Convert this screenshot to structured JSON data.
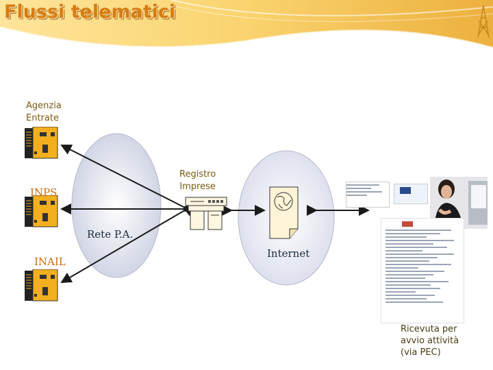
{
  "title": "Flussi telematici",
  "labels": {
    "agenzia": "Agenzia\nEntrate",
    "inps": "INPS",
    "inail": "INAIL",
    "registro": "Registro\nImprese",
    "rete_pa": "Rete P.A.",
    "internet": "Internet",
    "ricevuta": "Ricevuta per\navvio attività\n(via PEC)"
  },
  "colors": {
    "accent": "#d87c10",
    "server_fill": "#f2b01e",
    "ellipse_fill": "#d6dae8",
    "banner": "#f6c64a"
  },
  "icons": [
    "server-icon",
    "database-server-icon",
    "globe-document-icon",
    "receipt-document-icon",
    "person-photo"
  ]
}
